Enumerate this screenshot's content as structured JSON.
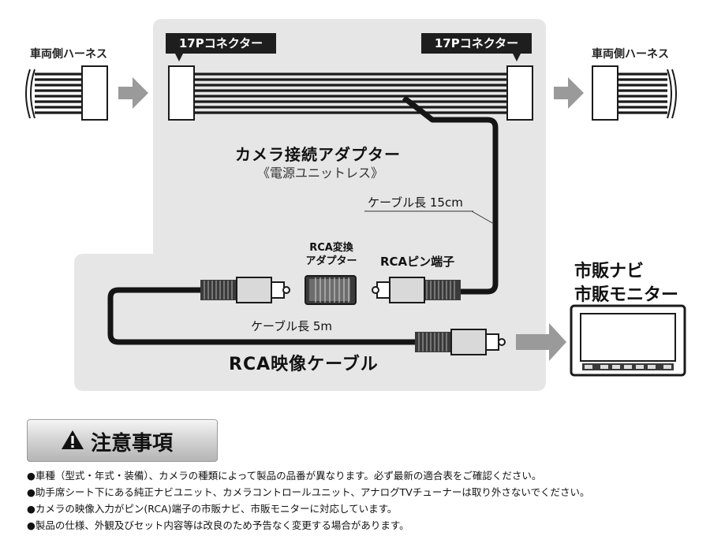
{
  "labels": {
    "harness_left": "車両側ハーネス",
    "harness_right": "車両側ハーネス",
    "connector_left": "17Pコネクター",
    "connector_right": "17Pコネクター",
    "adapter_title": "カメラ接続アダプター",
    "adapter_subtitle": "《電源ユニットレス》",
    "cable_length_short": "ケーブル長 15cm",
    "rca_adapter_line1": "RCA変換",
    "rca_adapter_line2": "アダプター",
    "rca_pin": "RCAピン端子",
    "cable_length_long": "ケーブル長 5m",
    "rca_cable": "RCA映像ケーブル",
    "monitor_line1": "市販ナビ",
    "monitor_line2": "市販モニター"
  },
  "caution": {
    "title": "注意事項",
    "notes": [
      "●車種（型式・年式・装備）、カメラの種類によって製品の品番が異なります。必ず最新の適合表をご確認ください。",
      "●助手席シート下にある純正ナビユニット、カメラコントロールユニット、アナログTVチューナーは取り外さないでください。",
      "●カメラの映像入力がピン(RCA)端子の市販ナビ、市販モニターに対応しています。",
      "●製品の仕様、外観及びセット内容等は改良のため予告なく変更する場合があります。"
    ]
  },
  "colors": {
    "panel": "#e6e6e6",
    "cable": "#151515",
    "arrow": "#9a9a9a",
    "plug_silver": "#d9d9d9"
  }
}
